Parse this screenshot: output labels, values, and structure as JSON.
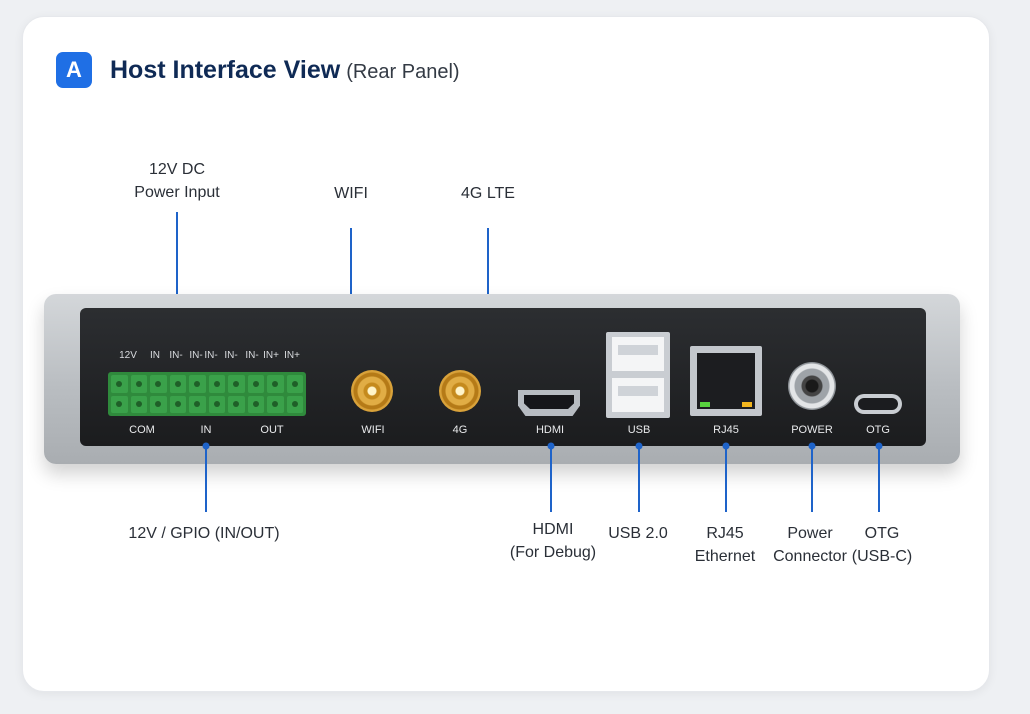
{
  "header": {
    "badge": "A",
    "title": "Host Interface View",
    "subtitle": "(Rear Panel)"
  },
  "callouts": {
    "dc_input": [
      "12V DC",
      "Power Input"
    ],
    "wifi": "WIFI",
    "lte": "4G LTE",
    "gpio": "12V / GPIO (IN/OUT)",
    "hdmi": [
      "HDMI",
      "(For Debug)"
    ],
    "usb": "USB 2.0",
    "rj45": [
      "RJ45",
      "Ethernet"
    ],
    "power": [
      "Power",
      "Connector"
    ],
    "otg": [
      "OTG",
      "(USB-C)"
    ]
  },
  "panel_labels": {
    "com": "COM",
    "in": "IN",
    "out": "OUT",
    "wifi": "WIFI",
    "lte": "4G",
    "hdmi": "HDMI",
    "usb": "USB",
    "rj45": "RJ45",
    "power": "POWER",
    "otg": "OTG"
  },
  "terminal_pins": [
    "12V",
    "IN",
    "IN-",
    "IN-",
    "IN-",
    "IN-",
    "IN-",
    "IN+",
    "IN+"
  ],
  "colors": {
    "accent": "#1f6fe5",
    "leader_line": "#1e63c9",
    "terminal_block": "#2f8a3c"
  }
}
